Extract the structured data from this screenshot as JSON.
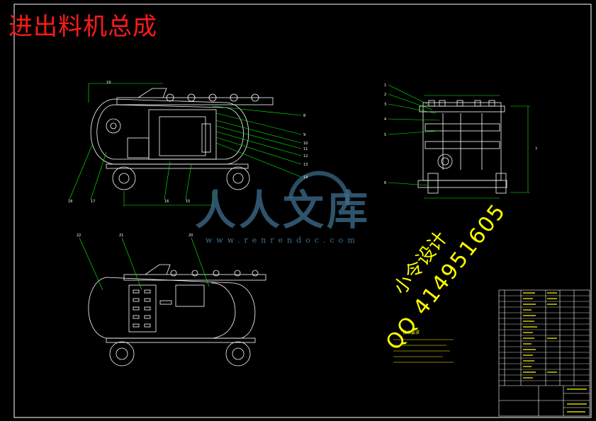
{
  "drawing": {
    "title": "进出料机总成",
    "designer_text": "小令设计",
    "qq_text": "QQ 414951605",
    "tech_requirements_title": "技术要求"
  },
  "watermark": {
    "name": "人人文库",
    "url": "www.renrendoc.com"
  },
  "callouts": {
    "front_view": [
      "8",
      "9",
      "10",
      "11",
      "12",
      "13",
      "14",
      "15",
      "16",
      "17",
      "18",
      "19"
    ],
    "side_view": [
      "1",
      "2",
      "3",
      "4",
      "5",
      "6",
      "7"
    ],
    "bottom_view": [
      "22",
      "21",
      "20"
    ]
  },
  "colors": {
    "background": "#000000",
    "outline": "#ffffff",
    "dimension": "#00ff00",
    "title": "#ff1a1a",
    "annotation": "#ffff00",
    "watermark": "#3f6f8f"
  }
}
